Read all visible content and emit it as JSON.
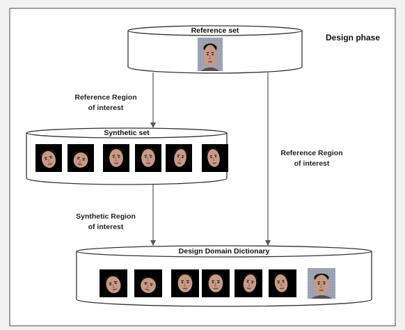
{
  "phase_label": "Design phase",
  "reference_set": {
    "title": "Reference set",
    "images": [
      {
        "icon": "frontal-face-photo",
        "bg": "#9aa0b0"
      }
    ]
  },
  "synthetic_set": {
    "title": "Synthetic set",
    "images": [
      {
        "icon": "face-tilted-down-icon",
        "bg": "#000000"
      },
      {
        "icon": "face-tilted-back-icon",
        "bg": "#000000"
      },
      {
        "icon": "face-frontal-icon",
        "bg": "#000000"
      },
      {
        "icon": "face-frontal-icon",
        "bg": "#000000"
      },
      {
        "icon": "face-turned-right-icon",
        "bg": "#000000"
      },
      {
        "icon": "face-turned-left-icon",
        "bg": "#000000"
      }
    ]
  },
  "dictionary": {
    "title": "Design Domain Dictionary",
    "images": [
      {
        "icon": "face-tilted-down-icon",
        "bg": "#000000"
      },
      {
        "icon": "face-tilted-back-icon",
        "bg": "#000000"
      },
      {
        "icon": "face-frontal-icon",
        "bg": "#000000"
      },
      {
        "icon": "face-frontal-icon",
        "bg": "#000000"
      },
      {
        "icon": "face-turned-right-icon",
        "bg": "#000000"
      },
      {
        "icon": "face-turned-left-icon",
        "bg": "#000000"
      },
      {
        "icon": "frontal-face-photo",
        "bg": "#9aa0b0"
      }
    ]
  },
  "arrow_labels": {
    "ref_to_synth": [
      "Reference Region",
      "of interest"
    ],
    "ref_to_dict": [
      "Reference Region",
      "of interest"
    ],
    "synth_to_dict": [
      "Synthetic Region",
      "of interest"
    ]
  },
  "colors": {
    "page_bg": "#f2f2f2",
    "panel_bg": "#ffffff",
    "outline": "#333333",
    "arrow": "#555555",
    "skin": "#c79a86",
    "hair": "#1c1612"
  }
}
